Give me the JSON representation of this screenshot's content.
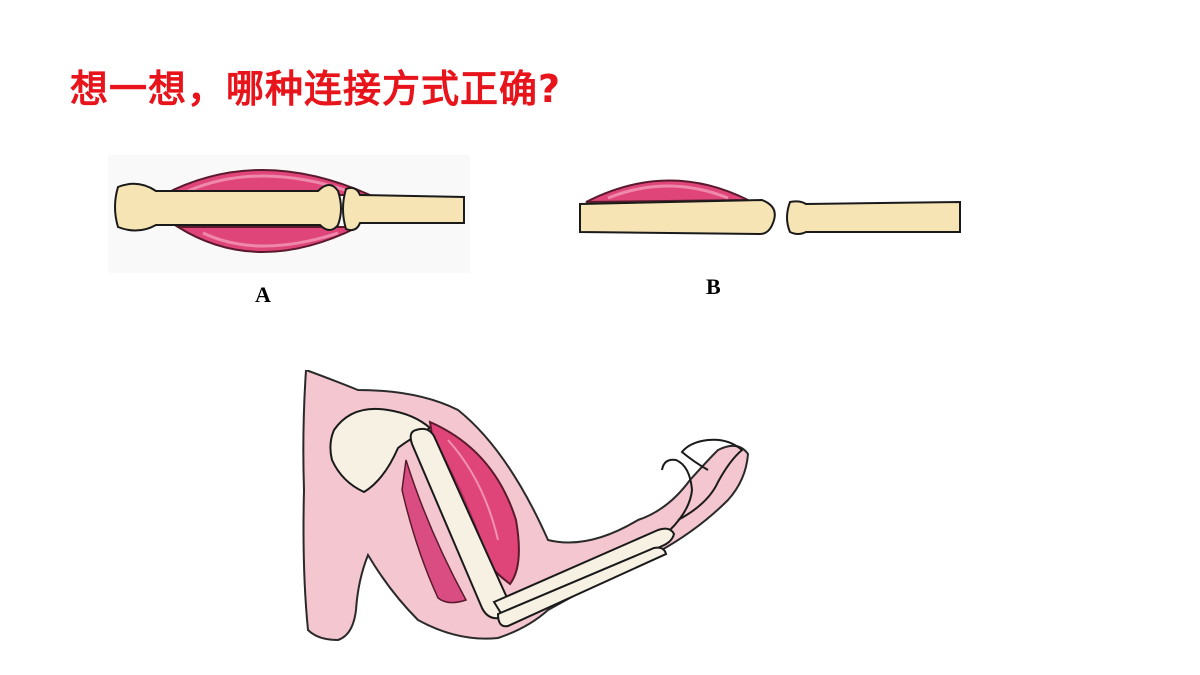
{
  "slide": {
    "title": "想一想，哪种连接方式正确?"
  },
  "figures": {
    "option_a": {
      "label": "A"
    },
    "option_b": {
      "label": "B"
    }
  },
  "colors": {
    "title": "#e8141b",
    "bone": "#f6e4b4",
    "muscle": "#e0457a",
    "skin": "#f4c6cf"
  }
}
